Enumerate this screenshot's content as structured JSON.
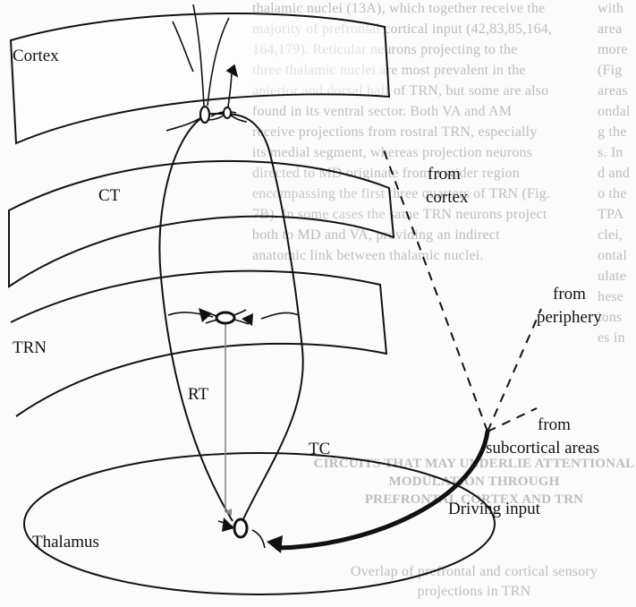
{
  "labels": {
    "cortex": "Cortex",
    "trn": "TRN",
    "thalamus": "Thalamus",
    "ct": "CT",
    "rt": "RT",
    "tc": "TC",
    "from_cortex_1": "from",
    "from_cortex_2": "cortex",
    "from_periphery_1": "from",
    "from_periphery_2": "periphery",
    "from_subcortical_1": "from",
    "from_subcortical_2": "subcortical areas",
    "driving_input": "Driving input"
  },
  "background_text": {
    "paragraph_lines": [
      "thalamic nuclei (13A), which together receive the",
      "majority of prefrontal cortical input (42,83,85,164,",
      "164,179). Reticular neurons projecting to the",
      "three thalamic nuclei are most prevalent in the",
      "anterior and dorsal half of TRN, but some are also",
      "found in its ventral sector. Both VA and AM",
      "receive projections from rostral TRN, especially",
      "its medial segment, whereas projection neurons",
      "directed to MD originate from a wider region",
      "encompassing the first three quarters of TRN (Fig.",
      "7B). In some cases the same TRN neurons project",
      "both to MD and VA, providing an indirect",
      "anatomic link between thalamic nuclei."
    ],
    "right_margin_lines": [
      "with",
      "area",
      "more",
      "(Fig",
      "areas",
      "ondal",
      "g the",
      "s. In",
      "d and",
      "o the",
      "TPA",
      "clei,",
      "ontal",
      "ulate",
      "hese",
      "ions",
      "es in"
    ],
    "heading_lines": [
      "CIRCUITS THAT MAY UNDERLIE ATTENTIONAL",
      "MODULATION THROUGH",
      "PREFRONTAL CORTEX AND TRN"
    ],
    "subheading_lines": [
      "Overlap of prefrontal and cortical sensory",
      "projections in TRN"
    ]
  },
  "colors": {
    "ink": "#111111",
    "rt_axon": "#888888",
    "bleed_text": "#bdbdbd"
  }
}
